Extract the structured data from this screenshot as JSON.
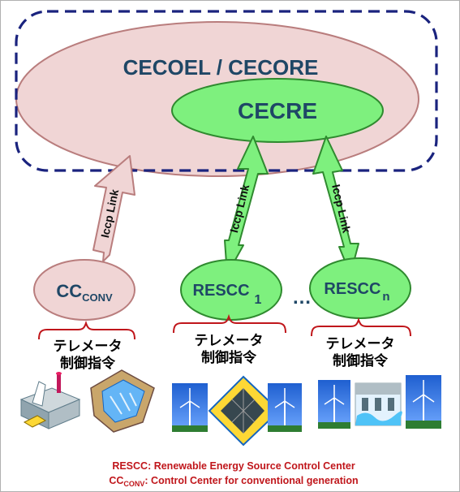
{
  "diagram": {
    "top_center": "CECOEL / CECORE",
    "inner_center": "CECRE",
    "link_label": "Iccp Link",
    "conv_center": {
      "main": "CC",
      "sub": "CONV"
    },
    "rescc1": {
      "main": "RESCC",
      "sub": "1"
    },
    "ellipsis": "…",
    "resccn": {
      "main": "RESCC",
      "sub": "n"
    },
    "functions_line1": "テレメータ",
    "functions_line2": "制御指令"
  },
  "legend": {
    "line1": "RESCC: Renewable Energy Source Control Center",
    "line2_main": "CC",
    "line2_sub": "CONV",
    "line2_rest": ": Control Center for conventional generation"
  },
  "colors": {
    "pink_fill": "#f0d5d5",
    "pink_stroke": "#b97d7d",
    "green_fill": "#7ef07e",
    "green_stroke": "#2f8a2f",
    "title_text": "#1f4766",
    "dashed_border": "#1a237e",
    "legend_text": "#c0161b"
  }
}
